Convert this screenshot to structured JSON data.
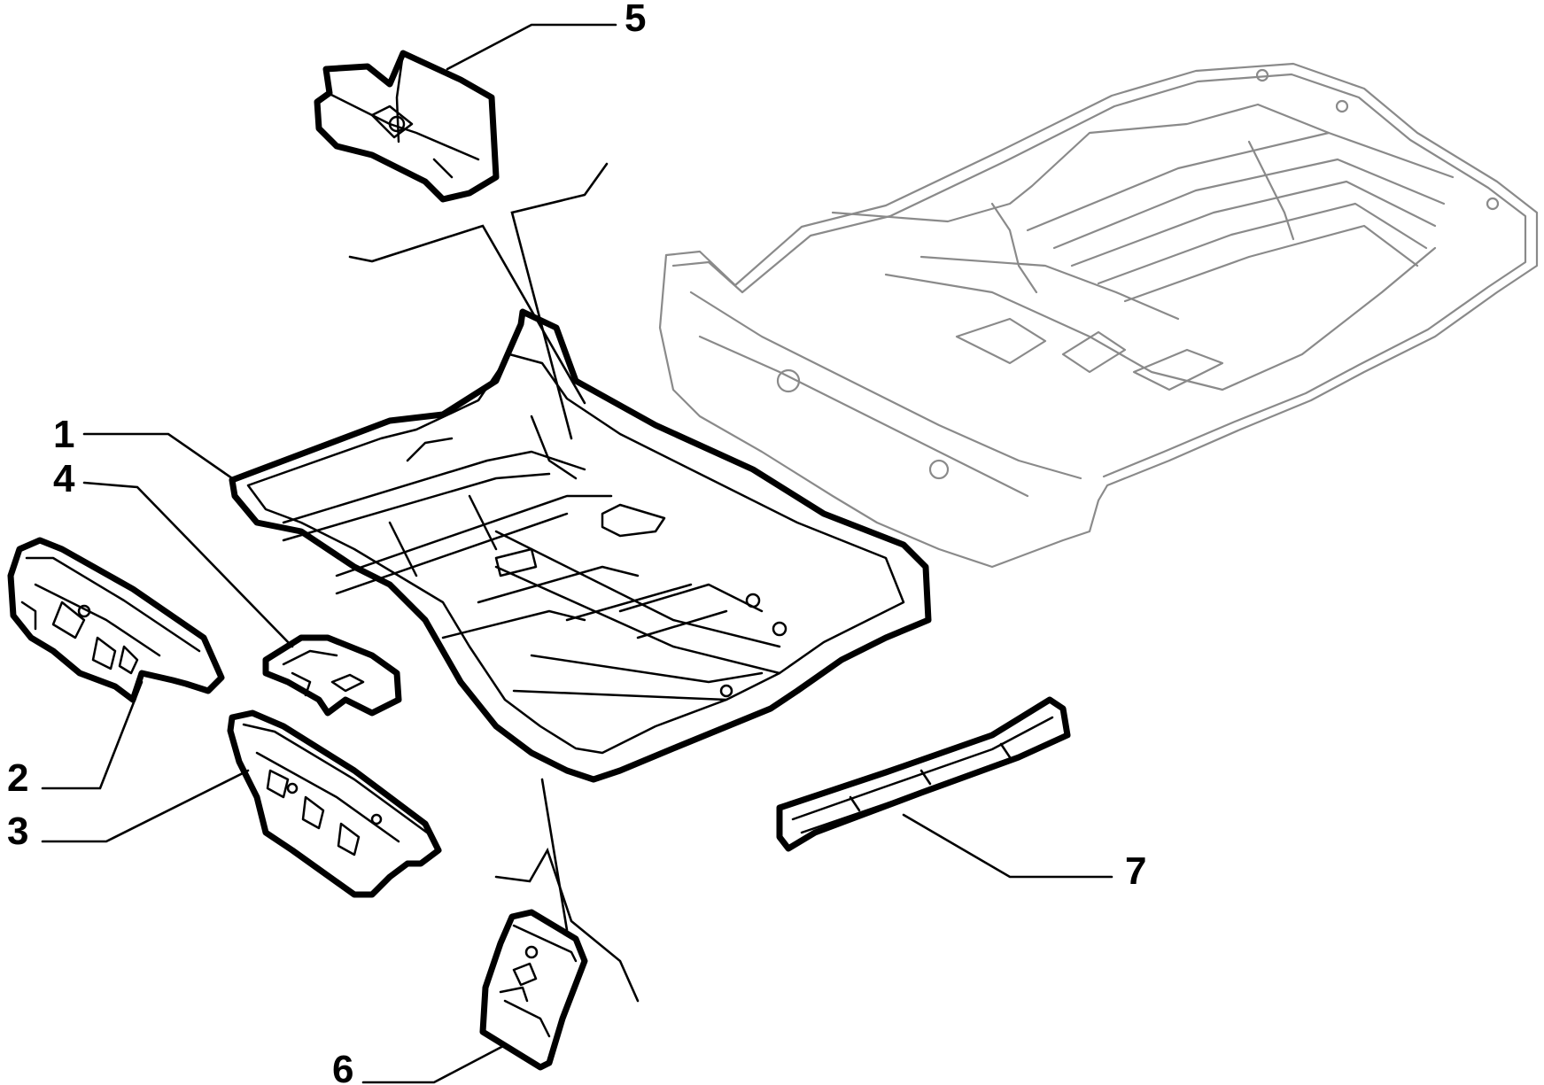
{
  "callouts": {
    "c1": "1",
    "c2": "2",
    "c3": "3",
    "c4": "4",
    "c5": "5",
    "c6": "6",
    "c7": "7"
  },
  "colors": {
    "line": "#000000",
    "ghost_outline": "#8a8a8a",
    "background": "#ffffff"
  }
}
